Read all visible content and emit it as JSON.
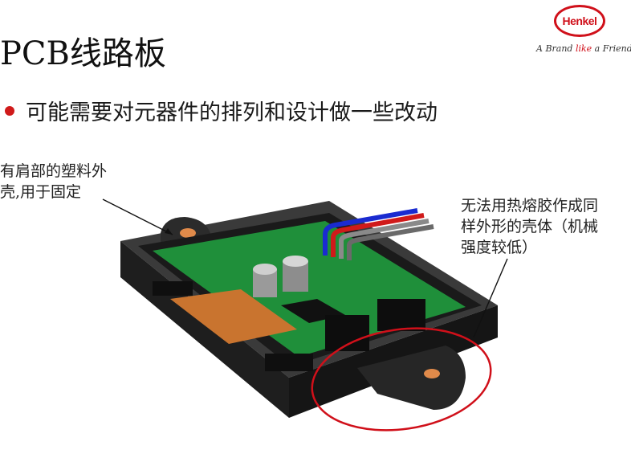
{
  "slide": {
    "title": "PCB线路板",
    "bullet": "可能需要对元器件的排列和设计做一些改动",
    "note_left": [
      "有肩部的塑料外",
      "壳,用于固定"
    ],
    "note_right": [
      "无法用热熔胶作成同",
      "样外形的壳体（机械",
      "强度较低）"
    ]
  },
  "logo": {
    "brand": "Henkel",
    "slogan_a": "A Brand ",
    "slogan_like": "like",
    "slogan_b": " a Friend"
  },
  "colors": {
    "accent_red": "#d0101a",
    "housing": "#2a2a2a",
    "pcb_green": "#1f8f3a",
    "copper": "#d9772b"
  }
}
